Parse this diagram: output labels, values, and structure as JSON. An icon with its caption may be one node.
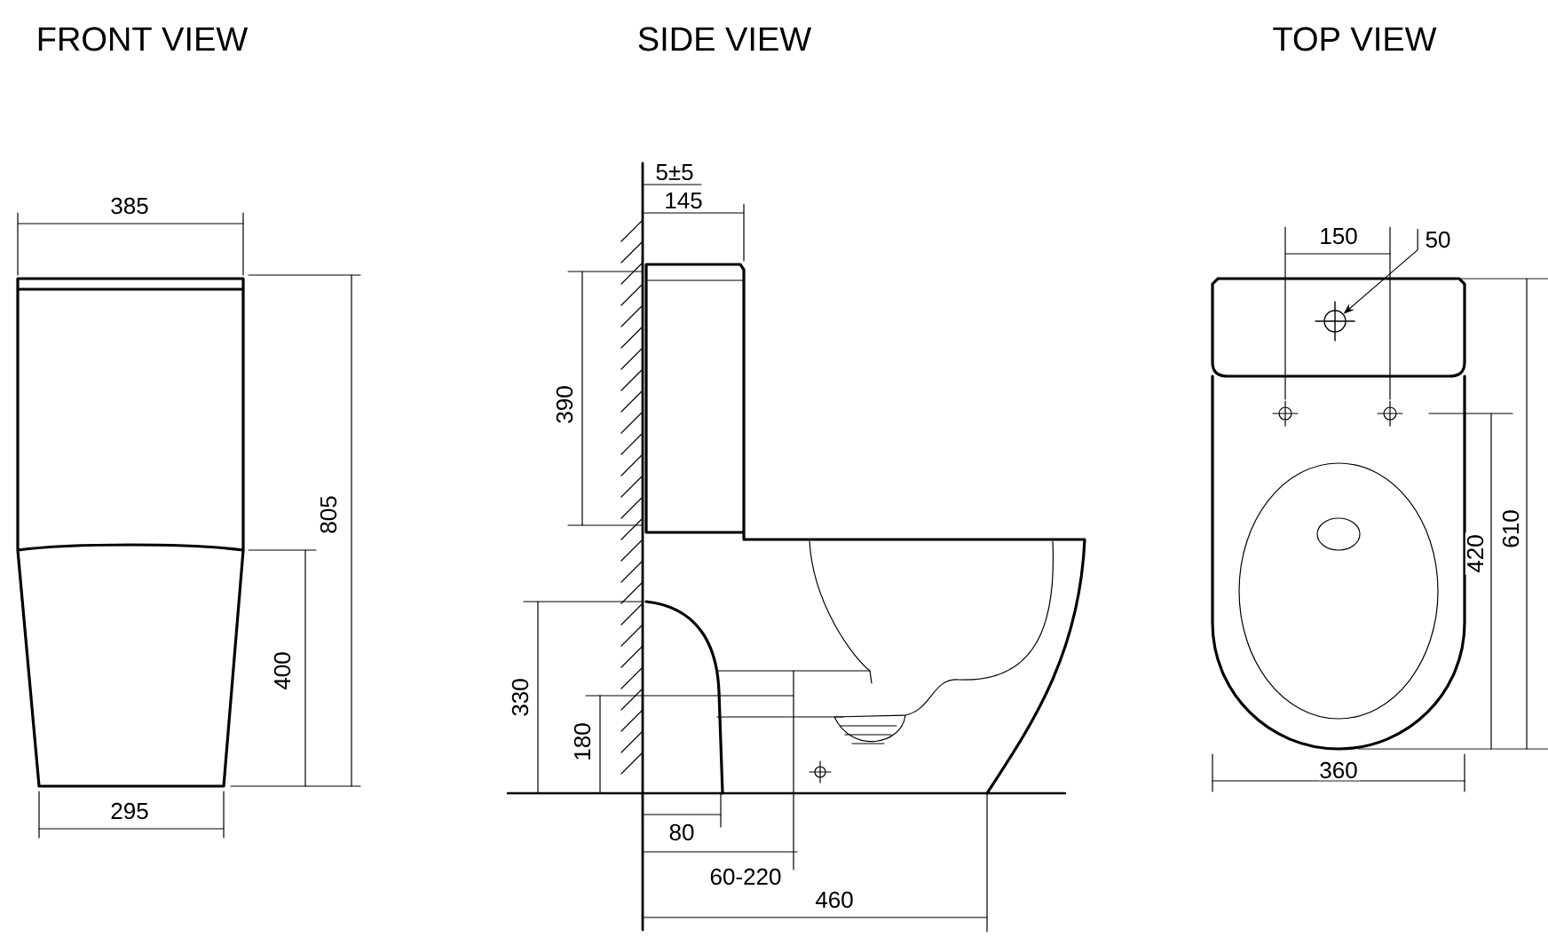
{
  "diagram": {
    "nodes": [
      {
        "text": [
          "50"
        ]
      },
      {
        "text": [],
        "shape": "circle"
      }
    ],
    "edges": [
      {
        "from": 0,
        "to": 1,
        "arrow": "to"
      }
    ],
    "labels": [
      "FRONT VIEW",
      "SIDE VIEW",
      "TOP VIEW",
      "385",
      "805",
      "400",
      "295",
      "5±5",
      "145",
      "390",
      "330",
      "180",
      "80",
      "60-220",
      "460",
      "150",
      "420",
      "610",
      "360"
    ]
  }
}
